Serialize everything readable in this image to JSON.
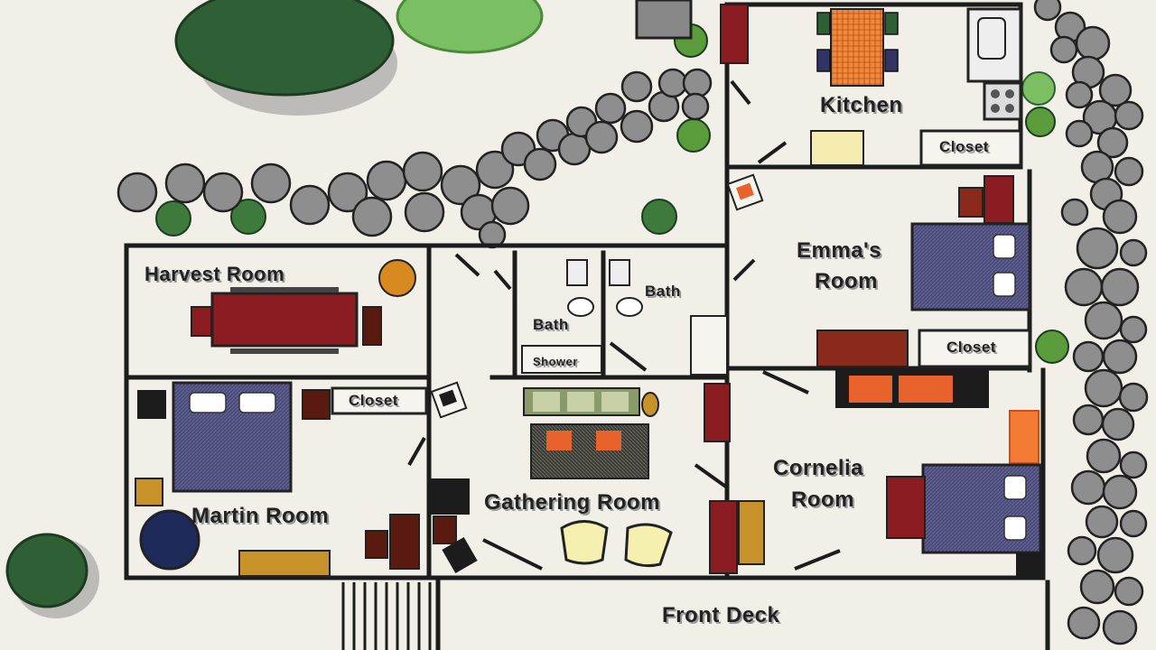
{
  "rooms": {
    "kitchen": "Kitchen",
    "emma_line1": "Emma's",
    "emma_line2": "Room",
    "harvest": "Harvest Room",
    "bath_upper": "Bath",
    "bath_lower": "Bath",
    "shower": "Shower",
    "martin": "Martin Room",
    "gathering": "Gathering Room",
    "cornelia_line1": "Cornelia",
    "cornelia_line2": "Room",
    "front_deck": "Front Deck"
  },
  "closets": {
    "kitchen": "Closet",
    "emma": "Closet",
    "martin": "Closet"
  },
  "colors": {
    "wall": "#1c1c1c",
    "paper": "#f1efe8",
    "stone": "#8e8e8e",
    "tree_dark": "#2f5f35",
    "tree_light": "#7bbf63",
    "bed": "#4a4a78",
    "table_red": "#8a1c22",
    "orange": "#e8632b",
    "wood": "#c8922a"
  }
}
